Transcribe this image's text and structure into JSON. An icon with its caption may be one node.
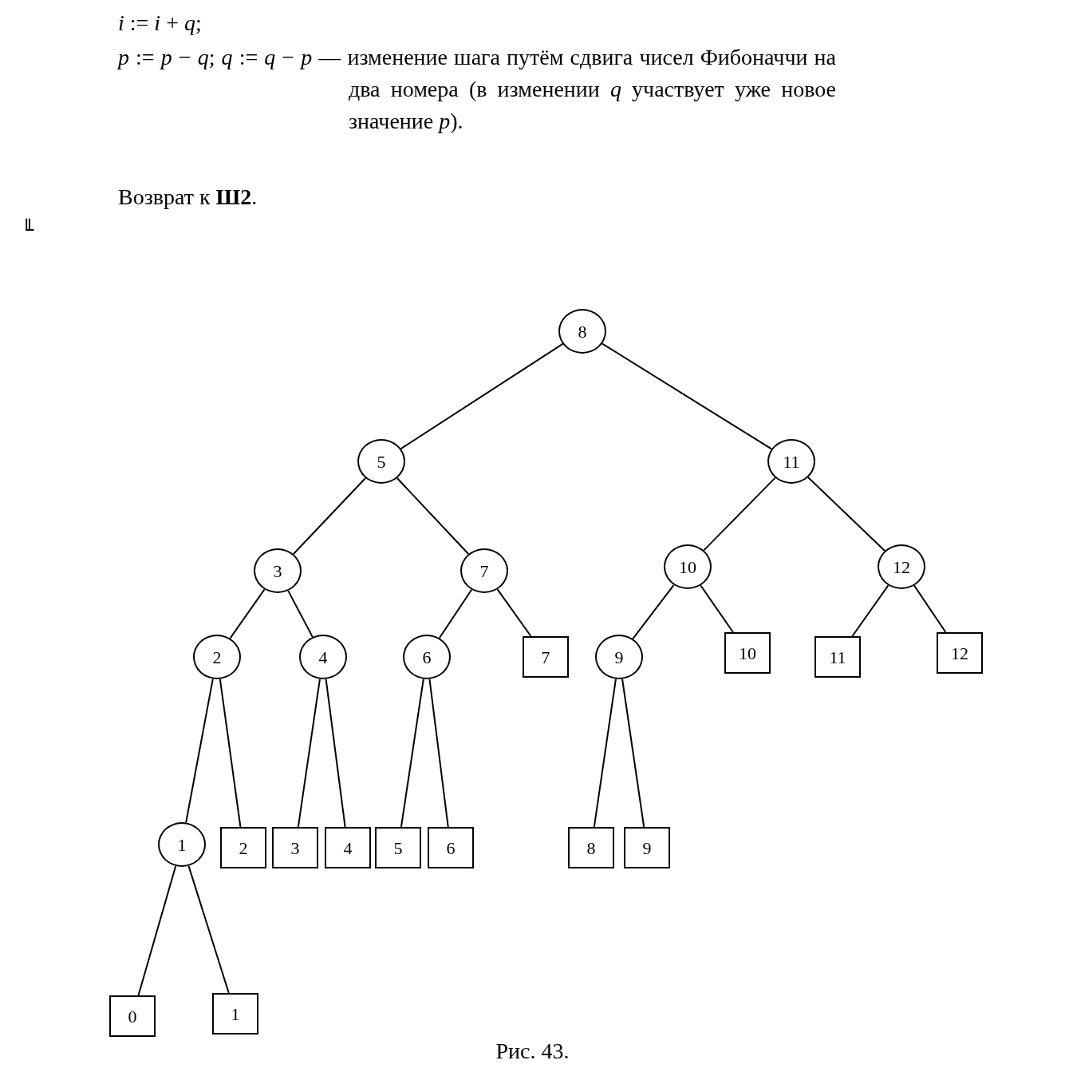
{
  "diagram": {
    "caption": "Рис. 43.",
    "nodes": [
      {
        "text": [
          "8"
        ]
      },
      {
        "text": [
          "5"
        ]
      },
      {
        "text": [
          "11"
        ]
      },
      {
        "text": [
          "3"
        ]
      },
      {
        "text": [
          "7"
        ]
      },
      {
        "text": [
          "10"
        ]
      },
      {
        "text": [
          "12"
        ]
      },
      {
        "text": [
          "2"
        ]
      },
      {
        "text": [
          "4"
        ]
      },
      {
        "text": [
          "6"
        ]
      },
      {
        "text": [
          "7"
        ]
      },
      {
        "text": [
          "9"
        ]
      },
      {
        "text": [
          "10"
        ]
      },
      {
        "text": [
          "11"
        ]
      },
      {
        "text": [
          "12"
        ]
      },
      {
        "text": [
          "1"
        ]
      },
      {
        "text": [
          "2"
        ]
      },
      {
        "text": [
          "3"
        ]
      },
      {
        "text": [
          "4"
        ]
      },
      {
        "text": [
          "5"
        ]
      },
      {
        "text": [
          "6"
        ]
      },
      {
        "text": [
          "8"
        ]
      },
      {
        "text": [
          "9"
        ]
      },
      {
        "text": [
          "0"
        ]
      },
      {
        "text": [
          "1"
        ]
      }
    ],
    "edges": [
      {
        "from": 0,
        "to": 1,
        "arrow": "none"
      },
      {
        "from": 0,
        "to": 2,
        "arrow": "none"
      },
      {
        "from": 1,
        "to": 3,
        "arrow": "none"
      },
      {
        "from": 1,
        "to": 4,
        "arrow": "none"
      },
      {
        "from": 2,
        "to": 5,
        "arrow": "none"
      },
      {
        "from": 2,
        "to": 6,
        "arrow": "none"
      },
      {
        "from": 3,
        "to": 7,
        "arrow": "none"
      },
      {
        "from": 3,
        "to": 8,
        "arrow": "none"
      },
      {
        "from": 4,
        "to": 9,
        "arrow": "none"
      },
      {
        "from": 4,
        "to": 10,
        "arrow": "none"
      },
      {
        "from": 5,
        "to": 11,
        "arrow": "none"
      },
      {
        "from": 5,
        "to": 12,
        "arrow": "none"
      },
      {
        "from": 6,
        "to": 13,
        "arrow": "none"
      },
      {
        "from": 6,
        "to": 14,
        "arrow": "none"
      },
      {
        "from": 7,
        "to": 15,
        "arrow": "none"
      },
      {
        "from": 7,
        "to": 16,
        "arrow": "none"
      },
      {
        "from": 8,
        "to": 17,
        "arrow": "none"
      },
      {
        "from": 8,
        "to": 18,
        "arrow": "none"
      },
      {
        "from": 9,
        "to": 19,
        "arrow": "none"
      },
      {
        "from": 9,
        "to": 20,
        "arrow": "none"
      },
      {
        "from": 11,
        "to": 21,
        "arrow": "none"
      },
      {
        "from": 11,
        "to": 22,
        "arrow": "none"
      },
      {
        "from": 15,
        "to": 23,
        "arrow": "none"
      },
      {
        "from": 15,
        "to": 24,
        "arrow": "none"
      }
    ],
    "labels": [
      "*i* := *i* + *q*;",
      "*p* := *p* − *q*; *q* := *q* − *p* — изменение шага путём сдвига чисел Фибоначчи на два номера (в изменении *q* участвует уже новое значение *p*).",
      "Возврат к **Ш2**.",
      "╙"
    ]
  }
}
